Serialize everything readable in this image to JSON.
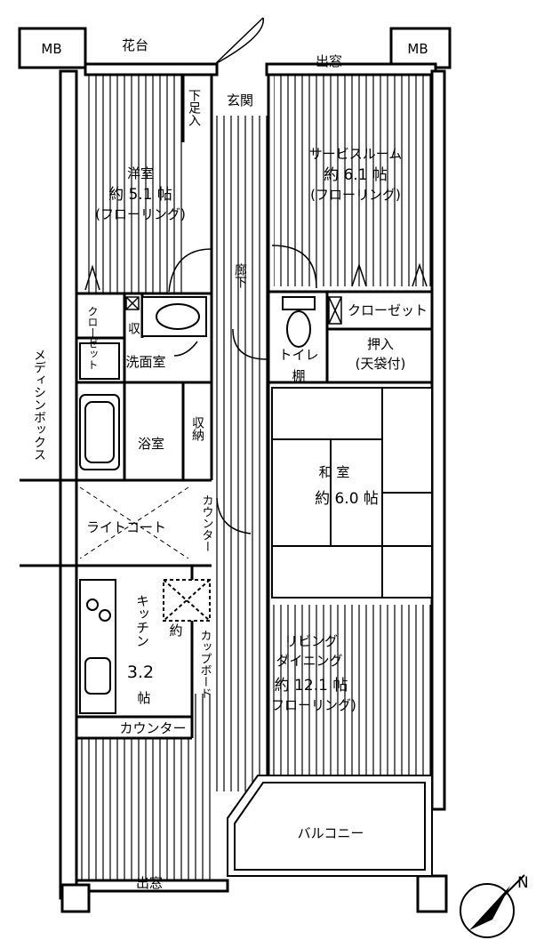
{
  "plan": {
    "rooms": {
      "mb_left": "MB",
      "mb_right": "MB",
      "hanadai": "花台",
      "demado_top": "出窓",
      "demado_bottom": "出窓",
      "shitabakoiri": "下足入",
      "genkan": "玄関",
      "yoshitsu": {
        "name": "洋室",
        "size": "約 5.1 帖",
        "floor": "(フローリング)"
      },
      "service_room": {
        "name": "サービスルーム",
        "size": "約 6.1 帖",
        "floor": "(フローリング)"
      },
      "rouka": "廊下",
      "closet_left": "クローゼット",
      "closet_right": "クローゼット",
      "shuno_small": "収",
      "senmenshitsu": "洗面室",
      "toilet": "トイレ",
      "dana": "棚",
      "oshiire": "押入",
      "tenbukuro": "(天袋付)",
      "medicine_box": "メディシンボックス",
      "yokushitsu": "浴室",
      "shuno": "収納",
      "washitsu": {
        "name": "和 室",
        "size": "約 6.0 帖"
      },
      "light_court": "ライトコート",
      "counter_vertical": "カウンター",
      "kitchen": {
        "name": "キッチン",
        "size_pre": "約",
        "size": "3.2",
        "unit": "帖"
      },
      "cupboard": "カップボード",
      "living": {
        "name1": "リビング",
        "name2": "ダイニング",
        "size": "約 12.1 帖",
        "floor": "(フローリング)"
      },
      "counter_horizontal": "カウンター",
      "balcony": "バルコニー"
    },
    "compass": "N"
  }
}
